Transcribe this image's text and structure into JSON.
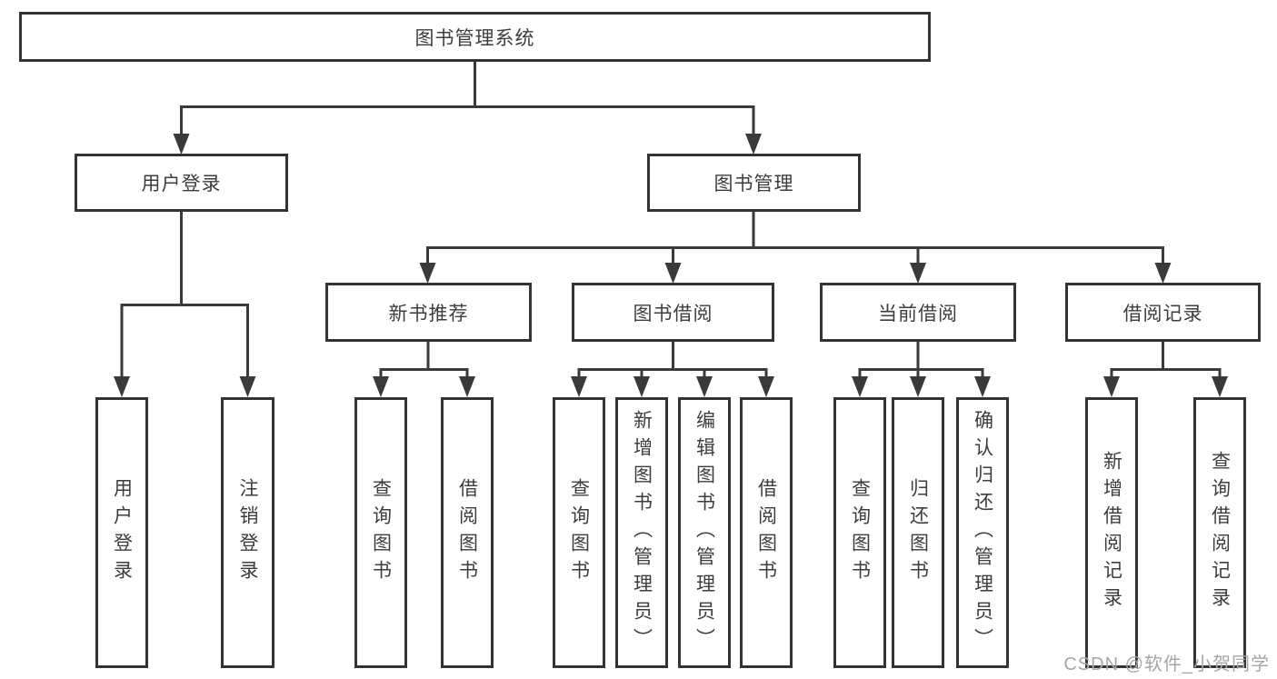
{
  "nodes": {
    "root": {
      "label": "图书管理系统"
    },
    "user_login": {
      "label": "用户登录"
    },
    "book_management": {
      "label": "图书管理"
    },
    "new_book_recommend": {
      "label": "新书推荐"
    },
    "book_borrow": {
      "label": "图书借阅"
    },
    "current_borrow": {
      "label": "当前借阅"
    },
    "borrow_records": {
      "label": "借阅记录"
    },
    "leaf_user_login": {
      "label": "用户登录"
    },
    "leaf_logout_login": {
      "label": "注销登录"
    },
    "leaf_nbr_query_book": {
      "label": "查询图书"
    },
    "leaf_nbr_borrow_book": {
      "label": "借阅图书"
    },
    "leaf_bb_query_book": {
      "label": "查询图书"
    },
    "leaf_bb_add_book_admin": {
      "label": "新增图书（管理员）"
    },
    "leaf_bb_edit_book_admin": {
      "label": "编辑图书（管理员）"
    },
    "leaf_bb_borrow_book": {
      "label": "借阅图书"
    },
    "leaf_cb_query_book": {
      "label": "查询图书"
    },
    "leaf_cb_return_book": {
      "label": "归还图书"
    },
    "leaf_cb_confirm_return_admin": {
      "label": "确认归还（管理员）"
    },
    "leaf_br_add_record": {
      "label": "新增借阅记录"
    },
    "leaf_br_query_record": {
      "label": "查询借阅记录"
    }
  },
  "watermark": {
    "text": "CSDN @软件_小贺同学"
  },
  "colors": {
    "line": "#3a3a3a",
    "box_border": "#333333",
    "text": "#3d3d3d",
    "watermark": "#a6a6a6",
    "background": "#ffffff"
  }
}
